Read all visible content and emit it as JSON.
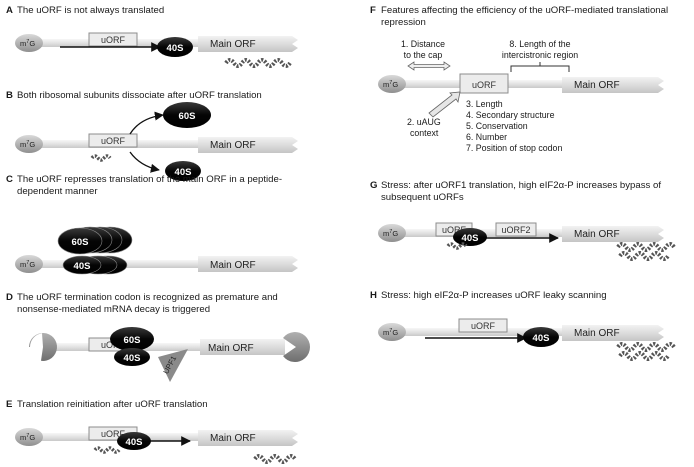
{
  "labels": {
    "m7g": "m",
    "m7g_sup": "7",
    "m7g_g": "G",
    "uorf": "uORF",
    "uorf1": "uORF",
    "uorf2": "uORF2",
    "main_orf": "Main ORF",
    "ribo_40s": "40S",
    "ribo_60s": "60S",
    "upf1": "UPF1"
  },
  "panels": {
    "A": {
      "letter": "A",
      "title": "The uORF is not always translated"
    },
    "B": {
      "letter": "B",
      "title": "Both ribosomal subunits dissociate after uORF translation"
    },
    "C": {
      "letter": "C",
      "title_line1": "The uORF represses translation of the main ORF in a peptide-",
      "title_line2": "dependent manner"
    },
    "D": {
      "letter": "D",
      "title_line1": "The uORF termination codon is recognized as premature and",
      "title_line2": "nonsense-mediated mRNA decay is triggered"
    },
    "E": {
      "letter": "E",
      "title": "Translation reinitiation after uORF translation"
    },
    "F": {
      "letter": "F",
      "title_line1": "Features affecting the efficiency of the uORF-mediated translational",
      "title_line2": "repression",
      "distance_line1": "1. Distance",
      "distance_line2": "to the cap",
      "intercistronic_line1": "8. Length of the",
      "intercistronic_line2": "intercistronic region",
      "uaug_line1": "2. uAUG",
      "uaug_line2": "context",
      "features": [
        "3. Length",
        "4. Secondary structure",
        "5. Conservation",
        "6. Number",
        "7. Position of stop codon"
      ]
    },
    "G": {
      "letter": "G",
      "title_line1": "Stress: after uORF1 translation, high eIF2α-P increases bypass of",
      "title_line2": "subsequent uORFs"
    },
    "H": {
      "letter": "H",
      "title": "Stress: high eIF2α-P increases uORF leaky scanning"
    }
  }
}
